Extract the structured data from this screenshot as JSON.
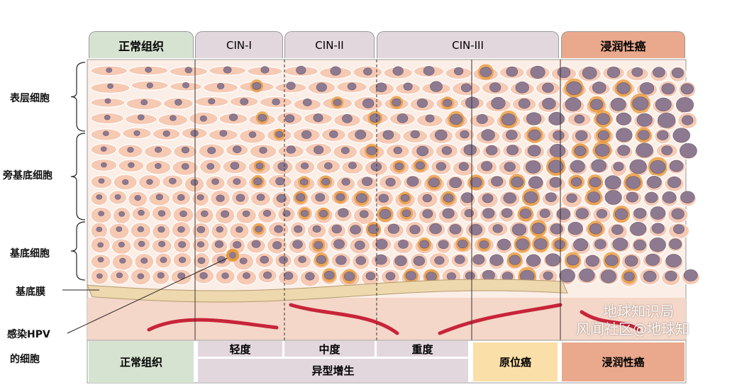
{
  "header": {
    "normal": "正常组织",
    "cin1": "CIN-I",
    "cin2": "CIN-II",
    "cin3": "CIN-III",
    "invasive": "浸润性癌"
  },
  "left_labels": {
    "superficial": "表层细胞",
    "parabasal": "旁基底细胞",
    "basal": "基底细胞",
    "basement_membrane": "基底膜",
    "hpv_line1": "感染HPV",
    "hpv_line2": "的细胞"
  },
  "footer": {
    "normal": "正常组织",
    "mild": "轻度",
    "moderate": "中度",
    "severe": "重度",
    "dysplasia": "异型增生",
    "in_situ": "原位癌",
    "invasive": "浸润性癌"
  },
  "watermark": {
    "brand": "地球知识局",
    "source": "风闻社区@地球知"
  },
  "colors": {
    "normal": "#d7e3d1",
    "cin": "#e3d7de",
    "in_situ": "#fbdfa8",
    "invasive": "#eaa88c",
    "cell": "#f6c9b3",
    "nucleus": "#8e7a90",
    "koilocyte_halo": "#e89a3a",
    "membrane": "#eed8ae",
    "vessel": "#c8243a"
  }
}
